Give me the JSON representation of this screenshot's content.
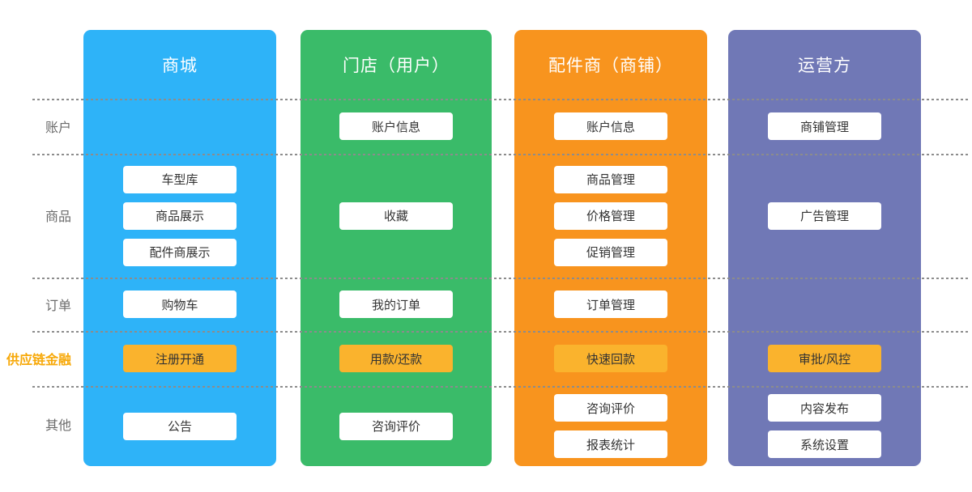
{
  "diagram_title": "platform-capability-matrix",
  "colors": {
    "mall": "#2EB3F8",
    "store": "#3ABB69",
    "supplier": "#F8941E",
    "operator": "#7078B6",
    "highlight": "#FAB32D",
    "finance_label": "#F7A90A",
    "card_text": "#333333",
    "row_label": "#6B6B6B",
    "dashed_line": "#8C8C8C"
  },
  "row_labels": {
    "account": "账户",
    "product": "商品",
    "order": "订单",
    "finance": "供应链金融",
    "other": "其他"
  },
  "columns": {
    "mall": {
      "title": "商城",
      "product": [
        "车型库",
        "商品展示",
        "配件商展示"
      ],
      "order": [
        "购物车"
      ],
      "finance": [
        "注册开通"
      ],
      "other": [
        "公告"
      ]
    },
    "store": {
      "title": "门店（用户）",
      "account": [
        "账户信息"
      ],
      "product": [
        "收藏"
      ],
      "order": [
        "我的订单"
      ],
      "finance": [
        "用款/还款"
      ],
      "other": [
        "咨询评价"
      ]
    },
    "supplier": {
      "title": "配件商（商铺）",
      "account": [
        "账户信息"
      ],
      "product": [
        "商品管理",
        "价格管理",
        "促销管理"
      ],
      "order": [
        "订单管理"
      ],
      "finance": [
        "快速回款"
      ],
      "other": [
        "咨询评价",
        "报表统计"
      ]
    },
    "operator": {
      "title": "运营方",
      "account": [
        "商铺管理"
      ],
      "product": [
        "广告管理"
      ],
      "finance": [
        "审批/风控"
      ],
      "other": [
        "内容发布",
        "系统设置"
      ]
    }
  }
}
